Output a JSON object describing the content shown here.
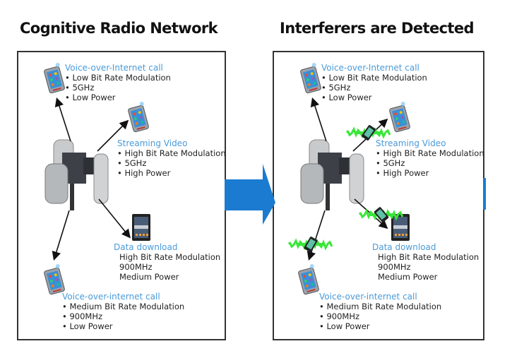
{
  "panels": [
    {
      "title": "Cognitive Radio Network",
      "devices": [
        {
          "type": "phone",
          "name": "Voice-over-Internet call",
          "bullets": true,
          "specs": [
            "Low Bit Rate Modulation",
            "5GHz",
            "Low Power"
          ]
        },
        {
          "type": "phone",
          "name": "Streaming Video",
          "bullets": true,
          "specs": [
            "High Bit Rate Modulation",
            "5GHz",
            "High Power"
          ]
        },
        {
          "type": "tablet",
          "name": "Data download",
          "bullets": false,
          "specs": [
            "High Bit Rate Modulation",
            "900MHz",
            "Medium Power"
          ]
        },
        {
          "type": "phone",
          "name": "Voice-over-internet call",
          "bullets": true,
          "specs": [
            "Medium Bit Rate Modulation",
            "900MHz",
            "Low Power"
          ]
        }
      ],
      "interferers": 0
    },
    {
      "title": "Interferers are Detected",
      "devices": [
        {
          "type": "phone",
          "name": "Voice-over-Internet call",
          "bullets": true,
          "specs": [
            "Low Bit Rate Modulation",
            "5GHz",
            "Low Power"
          ]
        },
        {
          "type": "phone",
          "name": "Streaming Video",
          "bullets": true,
          "specs": [
            "High Bit Rate Modulation",
            "5GHz",
            "High Power"
          ]
        },
        {
          "type": "tablet",
          "name": "Data download",
          "bullets": false,
          "specs": [
            "High Bit Rate Modulation",
            "900MHz",
            "Medium Power"
          ]
        },
        {
          "type": "phone",
          "name": "Voice-over-internet call",
          "bullets": true,
          "specs": [
            "Medium Bit Rate Modulation",
            "900MHz",
            "Low Power"
          ]
        }
      ],
      "interferers": 3
    }
  ],
  "colors": {
    "accent_blue": "#1a7bd0",
    "label_blue": "#4a9ad8",
    "interference_green": "#39e639",
    "border": "#333333"
  }
}
